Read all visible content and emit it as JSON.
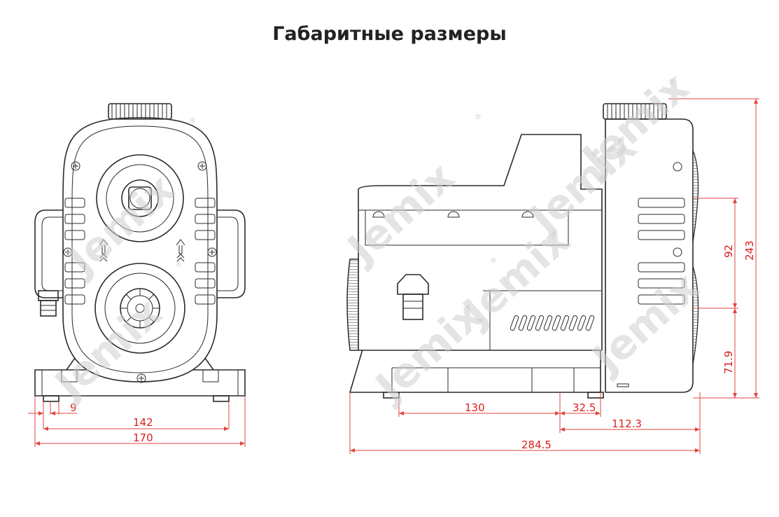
{
  "title": "Габаритные размеры",
  "watermark": {
    "text": "Jemix",
    "mark": "®"
  },
  "colors": {
    "dimension": "#d8201c",
    "outline": "#2a2a2a",
    "watermark": "#cfcfcf"
  },
  "front_view": {
    "dimensions": {
      "d1": "9",
      "d2": "142",
      "d3": "170"
    },
    "icons": [
      "flow-arrow-icon",
      "flow-arrow-icon"
    ]
  },
  "side_view": {
    "dimensions": {
      "d1": "130",
      "d2": "32.5",
      "d3": "112.3",
      "d4": "284.5",
      "d5": "92",
      "d6": "243",
      "d7": "71.9"
    }
  }
}
